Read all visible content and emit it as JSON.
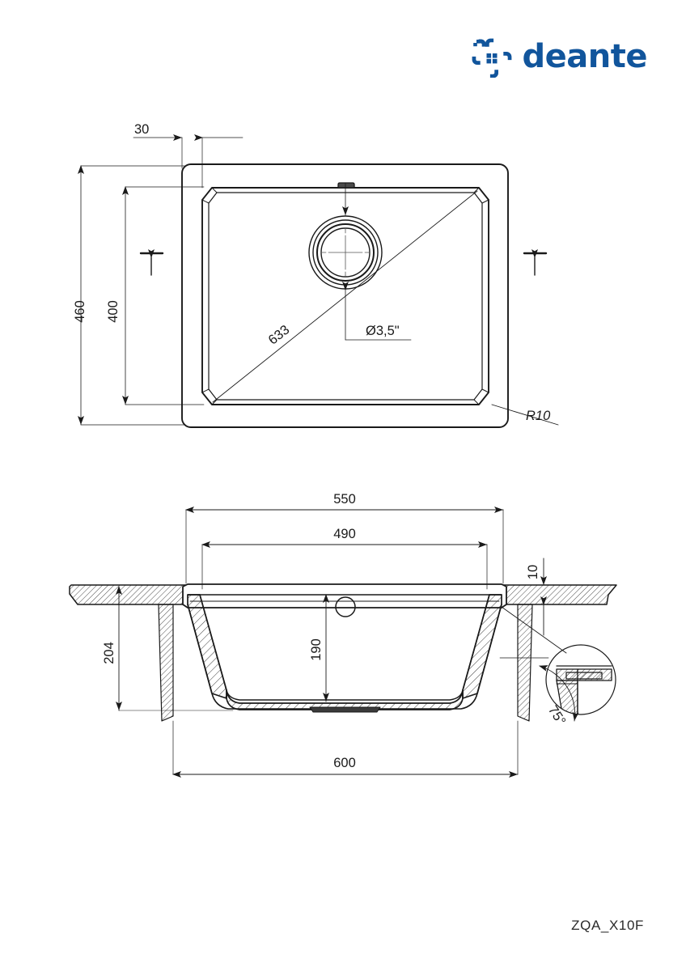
{
  "brand": {
    "name": "deante",
    "logo_icon": "pinwheel-logo-icon",
    "color": "#11559c"
  },
  "document": {
    "model_code": "ZQA_X10F",
    "type": "technical-drawing",
    "product": "undermount kitchen sink"
  },
  "top_view": {
    "name": "top-view",
    "dimensions": {
      "bowl_inset_top": "30",
      "overall_height": "460",
      "bowl_height": "400",
      "diagonal": "633",
      "drain_diameter": "Ø3,5\"",
      "corner_radius": "R10"
    }
  },
  "section_view": {
    "name": "cross-section-view",
    "dimensions": {
      "overall_width": "550",
      "bowl_width": "490",
      "rim_thickness": "10",
      "overall_depth": "204",
      "bowl_depth": "190",
      "cabinet_width": "600",
      "wall_angle": "75°"
    }
  },
  "chart_data": {
    "type": "table",
    "title": "ZQA_X10F sink dimensions (mm)",
    "categories": [
      "30",
      "460",
      "400",
      "633",
      "Ø3,5\"",
      "R10",
      "550",
      "490",
      "10",
      "204",
      "190",
      "600",
      "75°"
    ],
    "values": [
      30,
      460,
      400,
      633,
      3.5,
      10,
      550,
      490,
      10,
      204,
      190,
      600,
      75
    ]
  }
}
